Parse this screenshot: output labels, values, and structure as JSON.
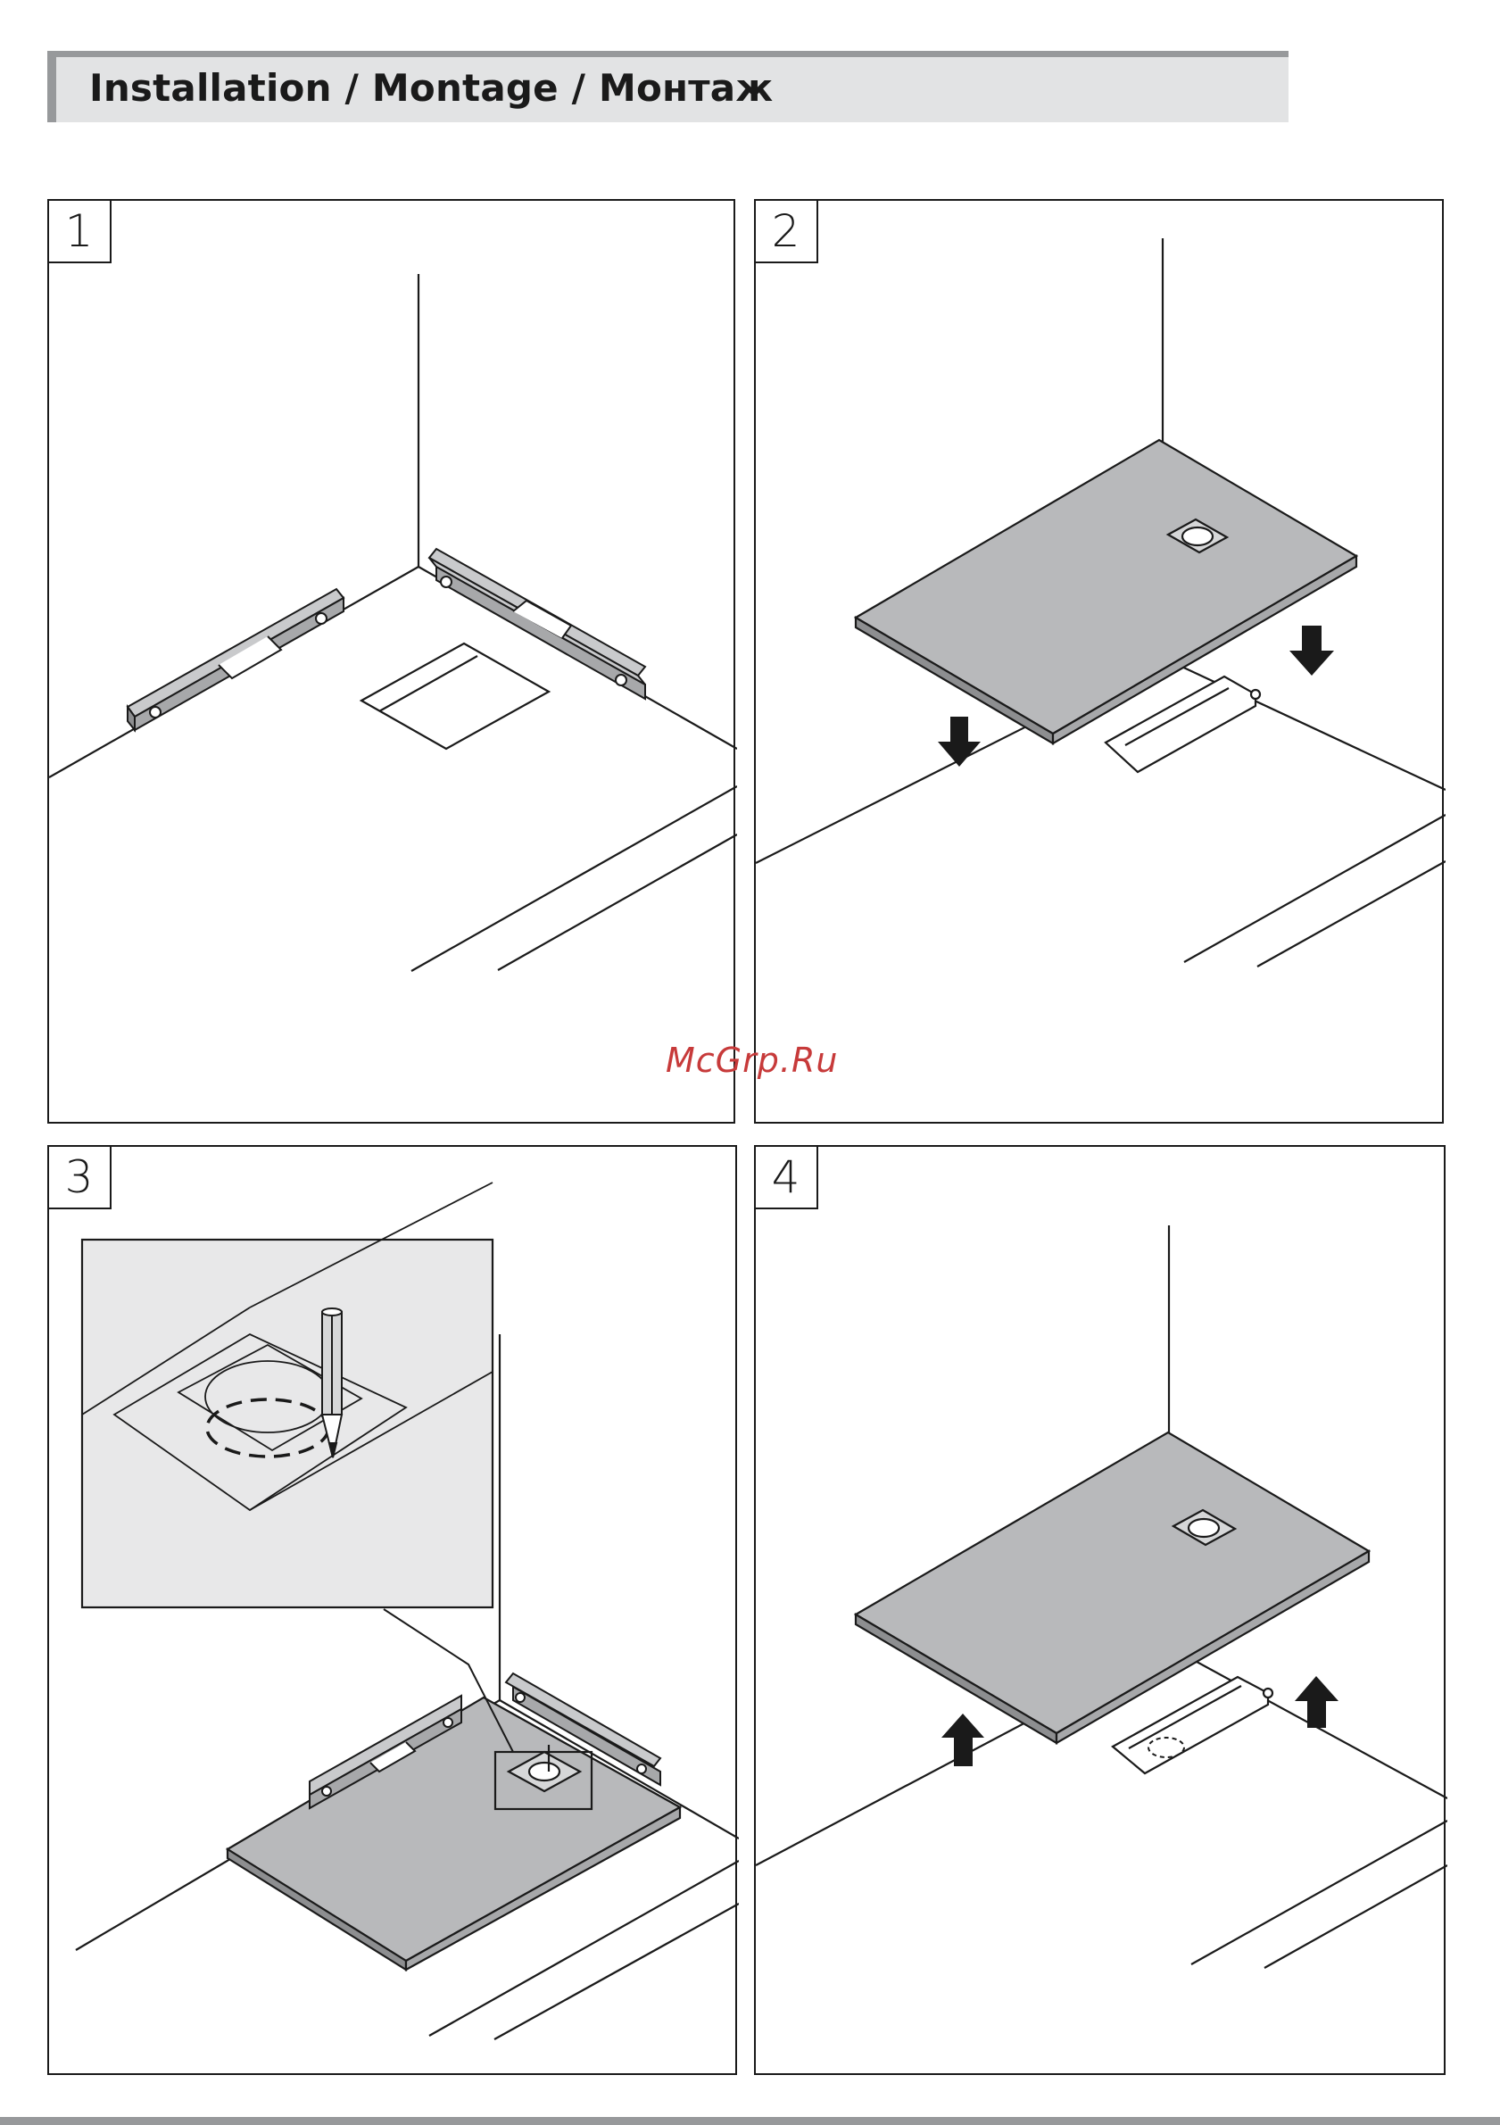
{
  "header": {
    "title": "Installation / Montage / Монтаж"
  },
  "steps": [
    {
      "number": "1"
    },
    {
      "number": "2"
    },
    {
      "number": "3"
    },
    {
      "number": "4"
    }
  ],
  "watermark": "McGrp.Ru",
  "colors": {
    "header_bg": "#e2e3e4",
    "header_accent": "#97999b",
    "tray_fill": "#b8b9bb",
    "inset_bg": "#e8e8e9",
    "line": "#1a1a1a",
    "watermark": "#c73a3a"
  },
  "icons": [
    "spirit-level-icon",
    "shower-tray-icon",
    "pencil-icon",
    "arrow-down-icon",
    "arrow-up-icon",
    "drain-hole-icon"
  ]
}
